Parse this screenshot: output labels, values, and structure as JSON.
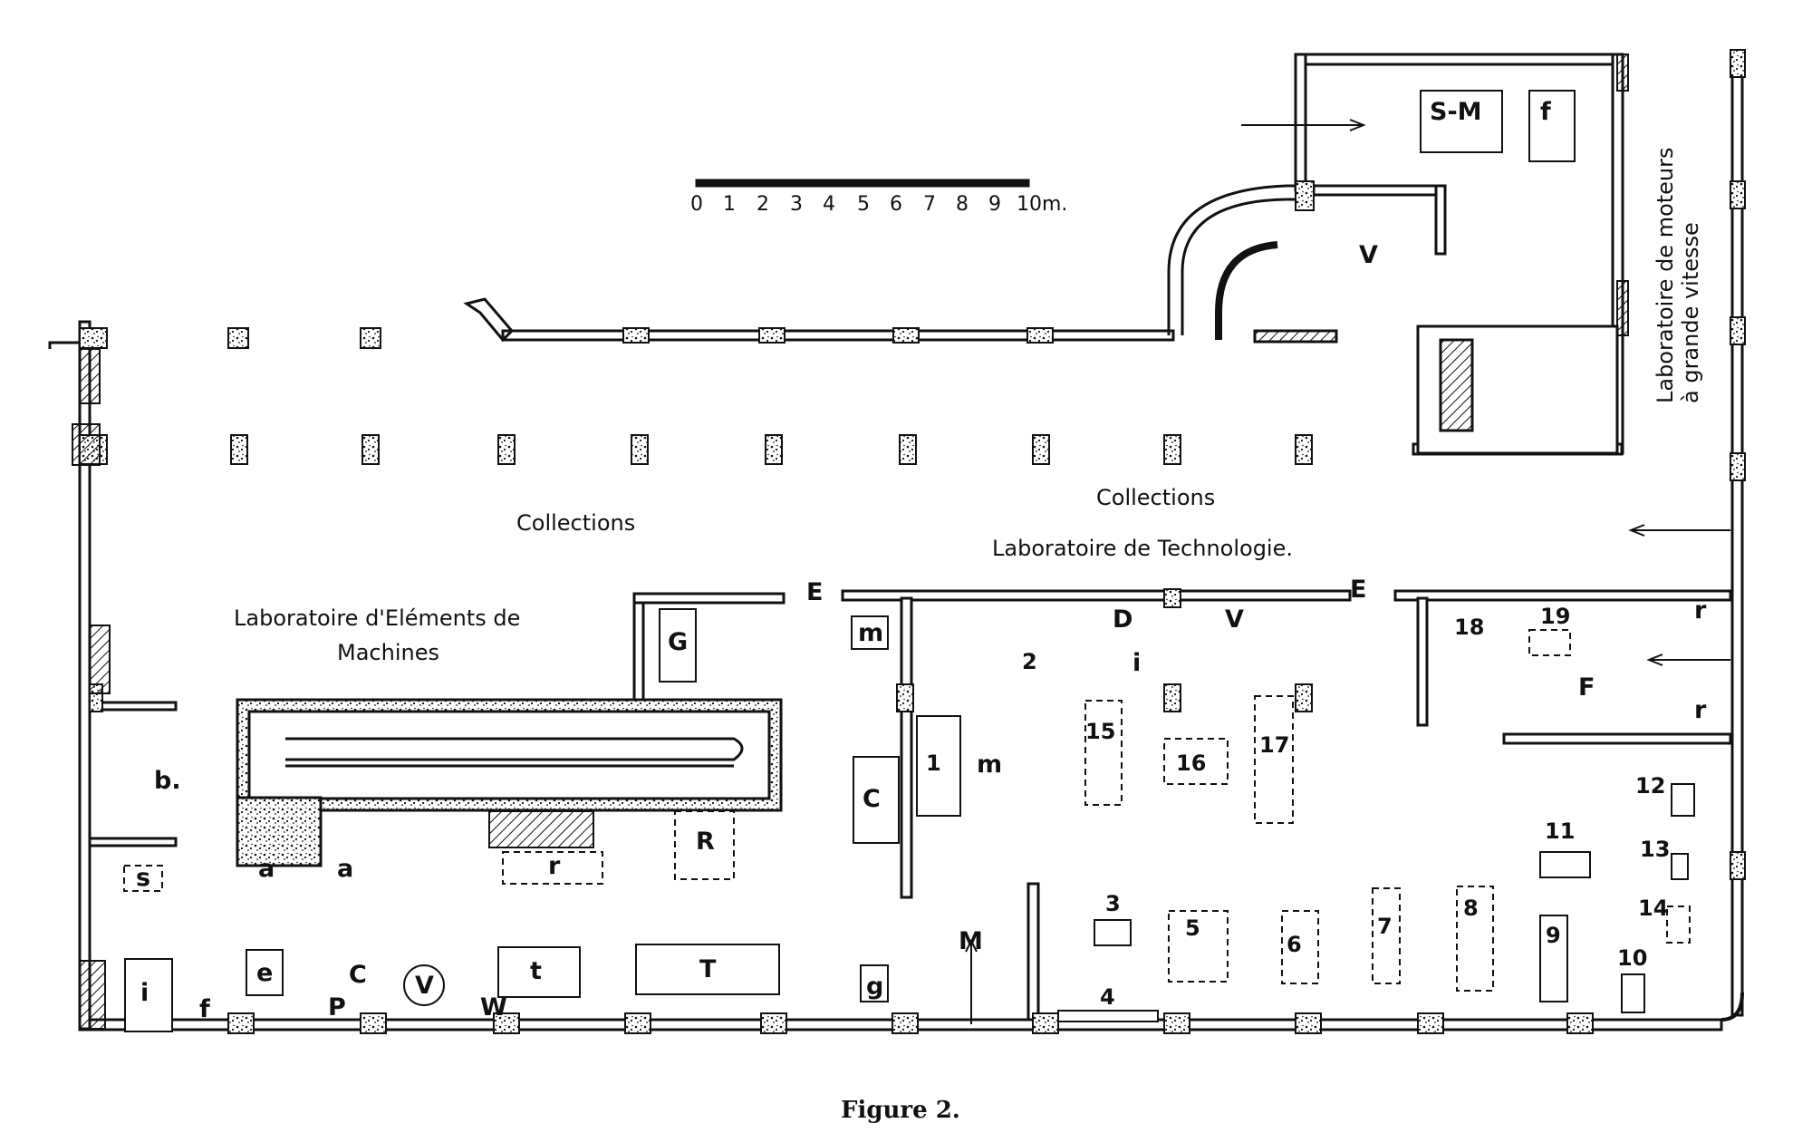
{
  "caption": "Figure 2.",
  "scale": {
    "ticks": [
      "0",
      "1",
      "2",
      "3",
      "4",
      "5",
      "6",
      "7",
      "8",
      "9",
      "10m."
    ]
  },
  "rooms": {
    "collections_left": "Collections",
    "collections_right": "Collections",
    "lab_technologie": "Laboratoire  de  Technologie.",
    "lab_elements_line1": "Laboratoire  d'Eléments  de",
    "lab_elements_line2": "Machines",
    "lab_moteurs_line1": "Laboratoire de moteurs",
    "lab_moteurs_line2": "à grande vitesse"
  },
  "letters": {
    "sm": "S-M",
    "f_top": "f",
    "v_top": "V",
    "e_left": "E",
    "e_right": "E",
    "g": "G",
    "m_box": "m",
    "m_room": "m",
    "c_box": "C",
    "r_big": "R",
    "r_small": "r",
    "b": "b.",
    "s": "s",
    "a1": "a",
    "a2": "a",
    "d": "D",
    "v_mid": "V",
    "i_mid": "i",
    "f_right": "F",
    "r_right1": "r",
    "r_right2": "r",
    "i_left": "i",
    "e_small": "e",
    "f_small": "f",
    "c_small": "C",
    "p": "P",
    "v_circle": "V",
    "w": "W",
    "t_small": "t",
    "t_big": "T",
    "g_small": "g",
    "m_arrow": "M"
  },
  "numbers": [
    "1",
    "2",
    "3",
    "4",
    "5",
    "6",
    "7",
    "8",
    "9",
    "10",
    "11",
    "12",
    "13",
    "14",
    "15",
    "16",
    "17",
    "18",
    "19"
  ]
}
